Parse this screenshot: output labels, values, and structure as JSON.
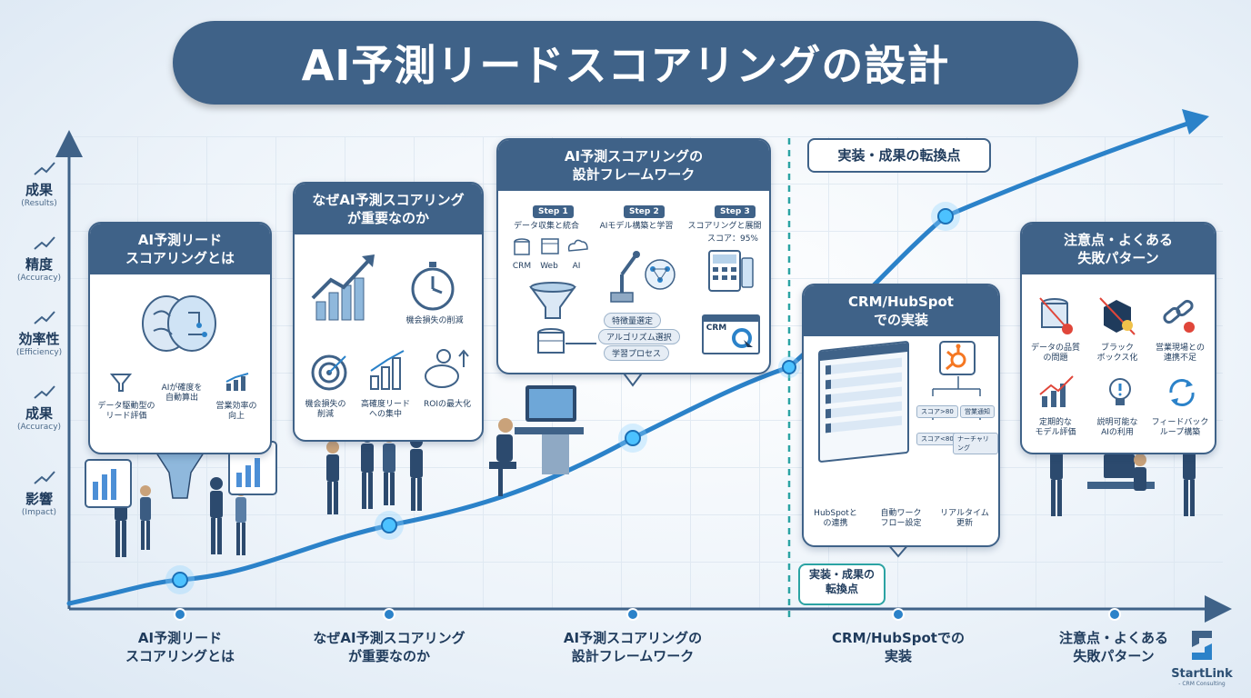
{
  "title": "AI予測リードスコアリングの設計",
  "y_axis": [
    {
      "main": "成果",
      "sub": "(Results)"
    },
    {
      "main": "精度",
      "sub": "(Accuracy)"
    },
    {
      "main": "効率性",
      "sub": "(Efficiency)"
    },
    {
      "main": "成果",
      "sub": "(Accuracy)"
    },
    {
      "main": "影響",
      "sub": "(Impact)"
    }
  ],
  "stages": [
    {
      "label_line1": "AI予測リード",
      "label_line2": "スコアリングとは"
    },
    {
      "label_line1": "なぜAI予測スコアリング",
      "label_line2": "が重要なのか"
    },
    {
      "label_line1": "AI予測スコアリングの",
      "label_line2": "設計フレームワーク"
    },
    {
      "label_line1": "CRM/HubSpotでの",
      "label_line2": "実装"
    },
    {
      "label_line1": "注意点・よくある",
      "label_line2": "失敗パターン"
    }
  ],
  "card1": {
    "head1": "AI予測リード",
    "head2": "スコアリングとは",
    "items": [
      "データ駆動型の\nリード評価",
      "AIが確度を\n自動算出",
      "営業効率の\n向上"
    ]
  },
  "card2": {
    "head1": "なぜAI予測スコアリング",
    "head2": "が重要なのか",
    "items": [
      "機会損失の削減",
      "機会損失の\n削減",
      "高確度リード\nへの集中",
      "ROIの最大化"
    ]
  },
  "card3": {
    "head1": "AI予測スコアリングの",
    "head2": "設計フレームワーク",
    "steps": [
      {
        "tag": "Step 1",
        "text": "データ収集と統合"
      },
      {
        "tag": "Step 2",
        "text": "AIモデル構築と学習"
      },
      {
        "tag": "Step 3",
        "text": "スコアリングと展開"
      }
    ],
    "sources": [
      "CRM",
      "Web",
      "AI"
    ],
    "score": "スコア：95%",
    "crm": "CRM",
    "pills": [
      "特徴量選定",
      "アルゴリズム選択",
      "学習プロセス"
    ]
  },
  "card4": {
    "head1": "CRM/HubSpot",
    "head2": "での実装",
    "boxes": [
      "スコア>80",
      "営業通知",
      "スコア<80",
      "ナーチャリング"
    ],
    "items": [
      "HubSpotと\nの連携",
      "自動ワーク\nフロー設定",
      "リアルタイム\n更新"
    ]
  },
  "card5": {
    "head1": "注意点・よくある",
    "head2": "失敗パターン",
    "items": [
      "データの品質\nの問題",
      "ブラック\nボックス化",
      "営業現場との\n連携不足",
      "定期的な\nモデル評価",
      "説明可能な\nAIの利用",
      "フィードバック\nループ構築"
    ]
  },
  "callout_top": "実装・成果の転換点",
  "callout_bottom": "実装・成果の\n転換点",
  "logo": {
    "name": "StartLink",
    "tag": "- CRM Consulting"
  },
  "colors": {
    "primary": "#3f6288",
    "accent": "#2b8fd6",
    "dark": "#1f3b5c"
  }
}
